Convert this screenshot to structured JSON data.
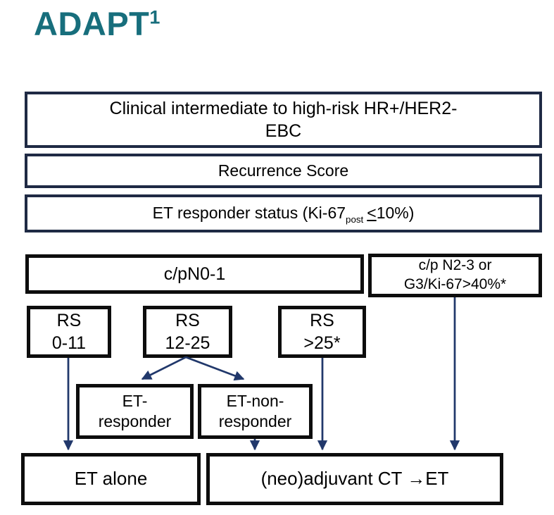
{
  "title": {
    "text": "ADAPT",
    "superscript": "1"
  },
  "colors": {
    "teal": "#176e7c",
    "navy": "#1f2a44",
    "black": "#0d0d0d",
    "arrow": "#21386b",
    "background": "#ffffff"
  },
  "flowchart": {
    "clinical": "Clinical intermediate to high-risk HR+/HER2-\nEBC",
    "recurrence": "Recurrence Score",
    "et_status": {
      "prefix": "ET responder status (Ki-67",
      "subscript": "post",
      "leq": "<",
      "suffix": "10%)"
    },
    "n0_1": "c/pN0-1",
    "n2_3": "c/p N2-3 or\nG3/Ki-67>40%*",
    "rs_0_11": "RS\n0-11",
    "rs_12_25": "RS\n12-25",
    "rs_gt_25": "RS\n>25*",
    "et_responder": "ET-\nresponder",
    "et_non_responder": "ET-non-\nresponder",
    "et_alone": "ET alone",
    "neoadj_ct": "(neo)adjuvant CT →ET"
  }
}
